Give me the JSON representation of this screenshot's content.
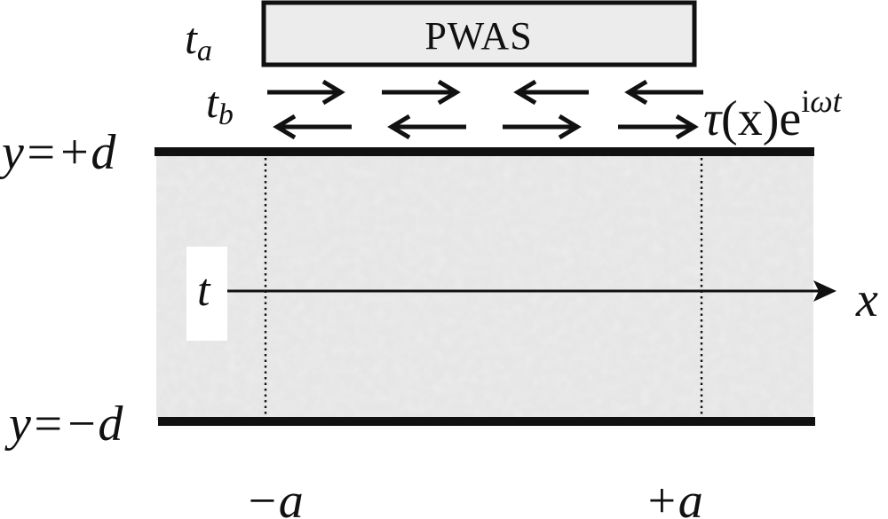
{
  "labels": {
    "pwas": "PWAS",
    "t_a": "t",
    "t_a_sub": "a",
    "t_b": "t",
    "t_b_sub": "b",
    "y_top": "y=+d",
    "y_bottom": "y=−d",
    "thickness": "t",
    "x_axis": "x",
    "minus_a": "−a",
    "plus_a": "+a",
    "tau_tau": "τ",
    "tau_x": "(x)e",
    "tau_exp_i": "i",
    "tau_exp_omega_t": "ωt"
  },
  "colors": {
    "ink": "#111111",
    "pwas_fill": "#ececec",
    "plate_fill": "#e6e6e6"
  },
  "arrows": {
    "top_row": [
      "right",
      "right",
      "left",
      "left"
    ],
    "bottom_row": [
      "left",
      "left",
      "right",
      "right"
    ]
  }
}
